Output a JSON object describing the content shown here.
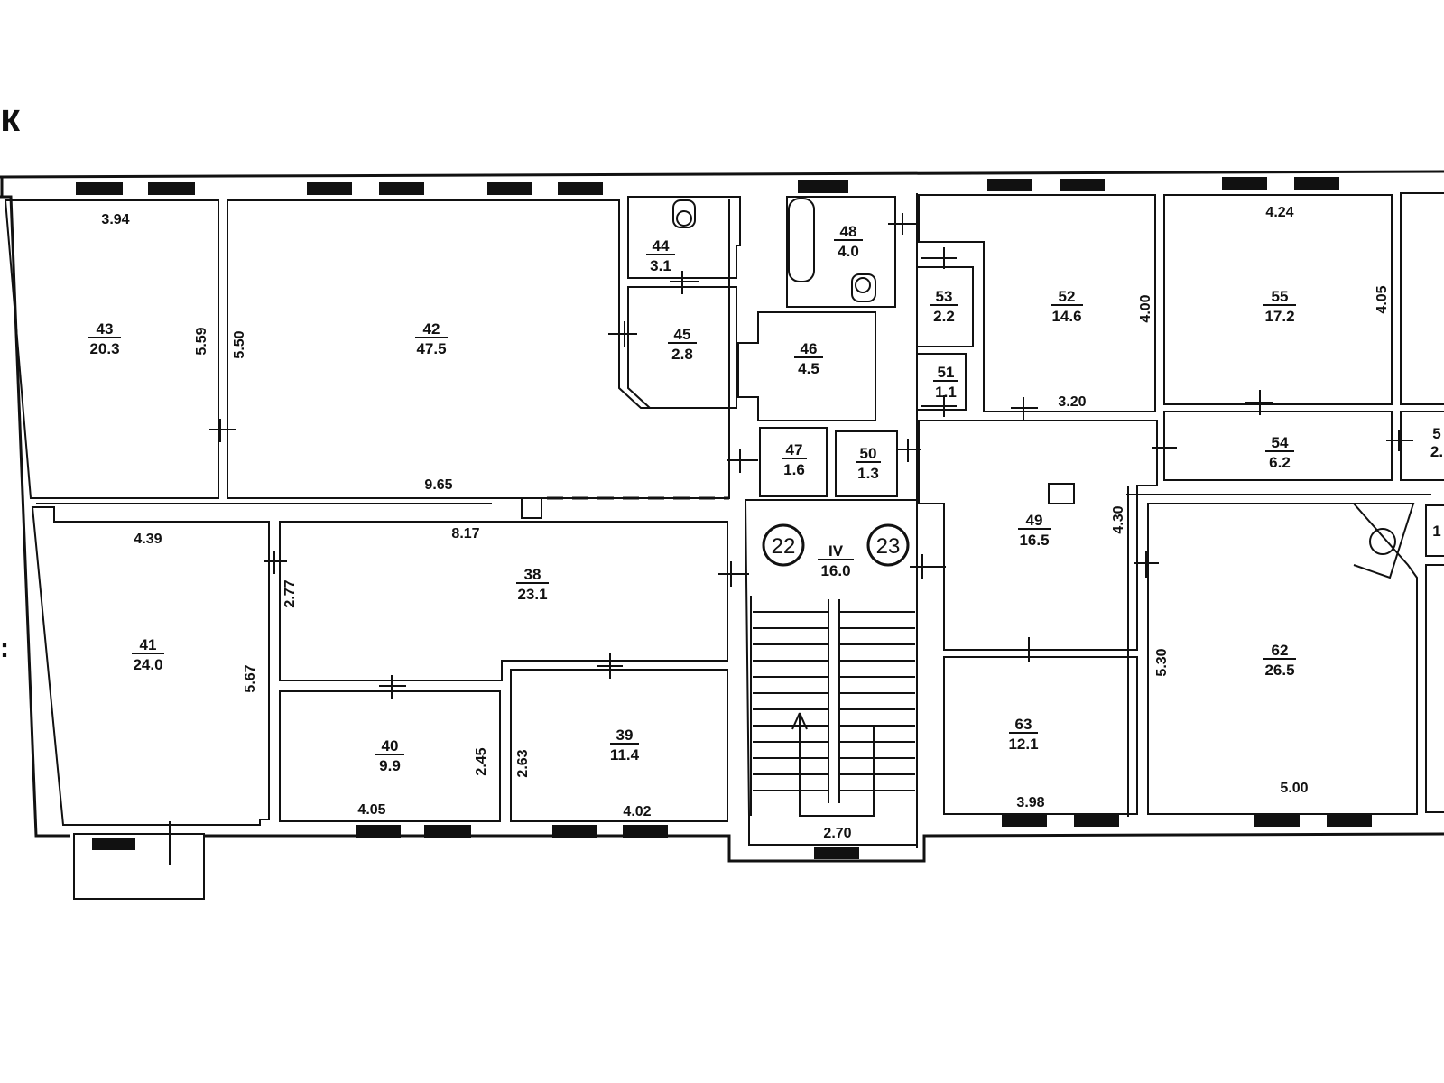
{
  "fragments": {
    "corner": "к",
    "side": ":"
  },
  "rooms": [
    {
      "id": "43",
      "num": "43",
      "area": "20.3"
    },
    {
      "id": "42",
      "num": "42",
      "area": "47.5"
    },
    {
      "id": "44",
      "num": "44",
      "area": "3.1"
    },
    {
      "id": "45",
      "num": "45",
      "area": "2.8"
    },
    {
      "id": "48",
      "num": "48",
      "area": "4.0"
    },
    {
      "id": "46",
      "num": "46",
      "area": "4.5"
    },
    {
      "id": "53",
      "num": "53",
      "area": "2.2"
    },
    {
      "id": "51",
      "num": "51",
      "area": "1.1"
    },
    {
      "id": "52",
      "num": "52",
      "area": "14.6"
    },
    {
      "id": "55",
      "num": "55",
      "area": "17.2"
    },
    {
      "id": "47",
      "num": "47",
      "area": "1.6"
    },
    {
      "id": "50",
      "num": "50",
      "area": "1.3"
    },
    {
      "id": "54",
      "num": "54",
      "area": "6.2"
    },
    {
      "id": "49",
      "num": "49",
      "area": "16.5"
    },
    {
      "id": "41",
      "num": "41",
      "area": "24.0"
    },
    {
      "id": "38",
      "num": "38",
      "area": "23.1"
    },
    {
      "id": "IV",
      "num": "IV",
      "area": "16.0"
    },
    {
      "id": "40",
      "num": "40",
      "area": "9.9"
    },
    {
      "id": "39",
      "num": "39",
      "area": "11.4"
    },
    {
      "id": "63",
      "num": "63",
      "area": "12.1"
    },
    {
      "id": "62",
      "num": "62",
      "area": "26.5"
    }
  ],
  "dimensions": {
    "d394": "3.94",
    "d559": "5.59",
    "d550": "5.50",
    "d965": "9.65",
    "d439": "4.39",
    "d817": "8.17",
    "d277": "2.77",
    "d567": "5.67",
    "d245": "2.45",
    "d405a": "4.05",
    "d263": "2.63",
    "d402": "4.02",
    "d270": "2.70",
    "d400": "4.00",
    "d320": "3.20",
    "d424": "4.24",
    "d405b": "4.05",
    "d430": "4.30",
    "d530": "5.30",
    "d398": "3.98",
    "d500": "5.00"
  },
  "stair_markers": [
    "22",
    "23"
  ],
  "cut_labels": {
    "c1": "5",
    "c2": "2.",
    "c3": "1"
  }
}
